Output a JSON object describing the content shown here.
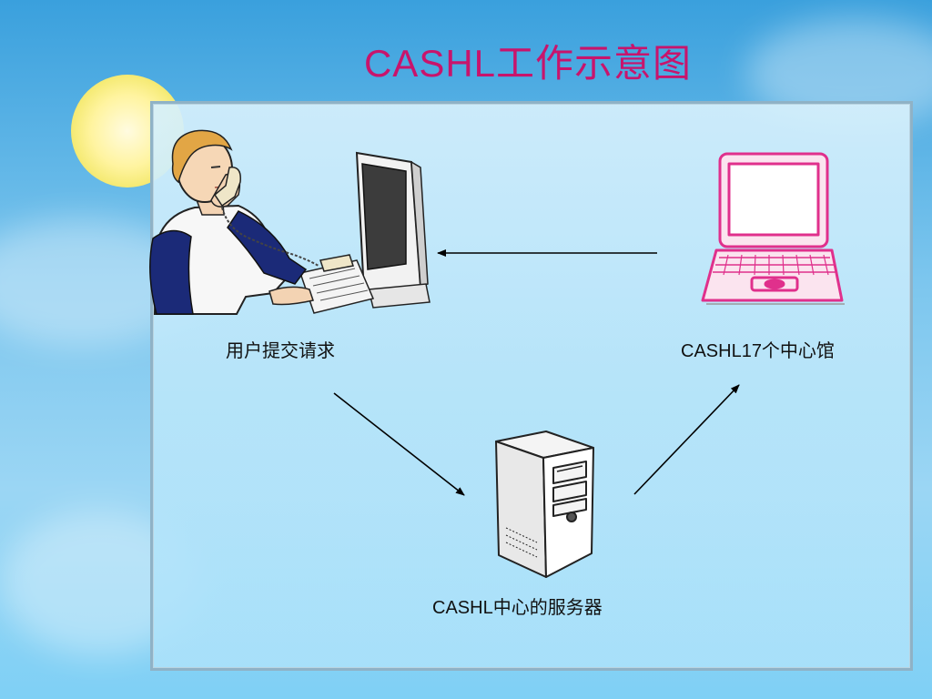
{
  "slide": {
    "title": "CASHL工作示意图"
  },
  "nodes": {
    "user": {
      "label": "用户提交请求"
    },
    "center_library": {
      "label": "CASHL17个中心馆"
    },
    "server": {
      "label": "CASHL中心的服务器"
    }
  },
  "colors": {
    "title": "#c8146c",
    "laptop": "#e0308c",
    "arrow": "#000000"
  }
}
